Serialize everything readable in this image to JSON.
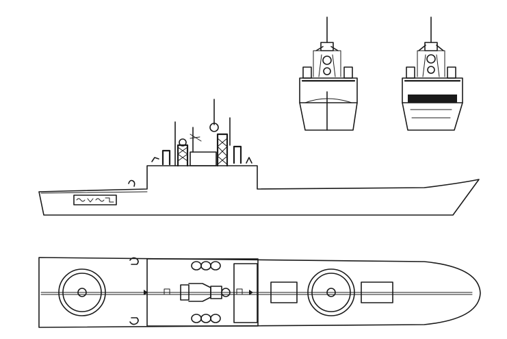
{
  "drawing": {
    "views": [
      {
        "id": "bow-view"
      },
      {
        "id": "stern-view"
      },
      {
        "id": "side-profile"
      },
      {
        "id": "plan-view"
      }
    ],
    "colors": {
      "line": "#1a1a1a",
      "background": "#ffffff"
    }
  }
}
